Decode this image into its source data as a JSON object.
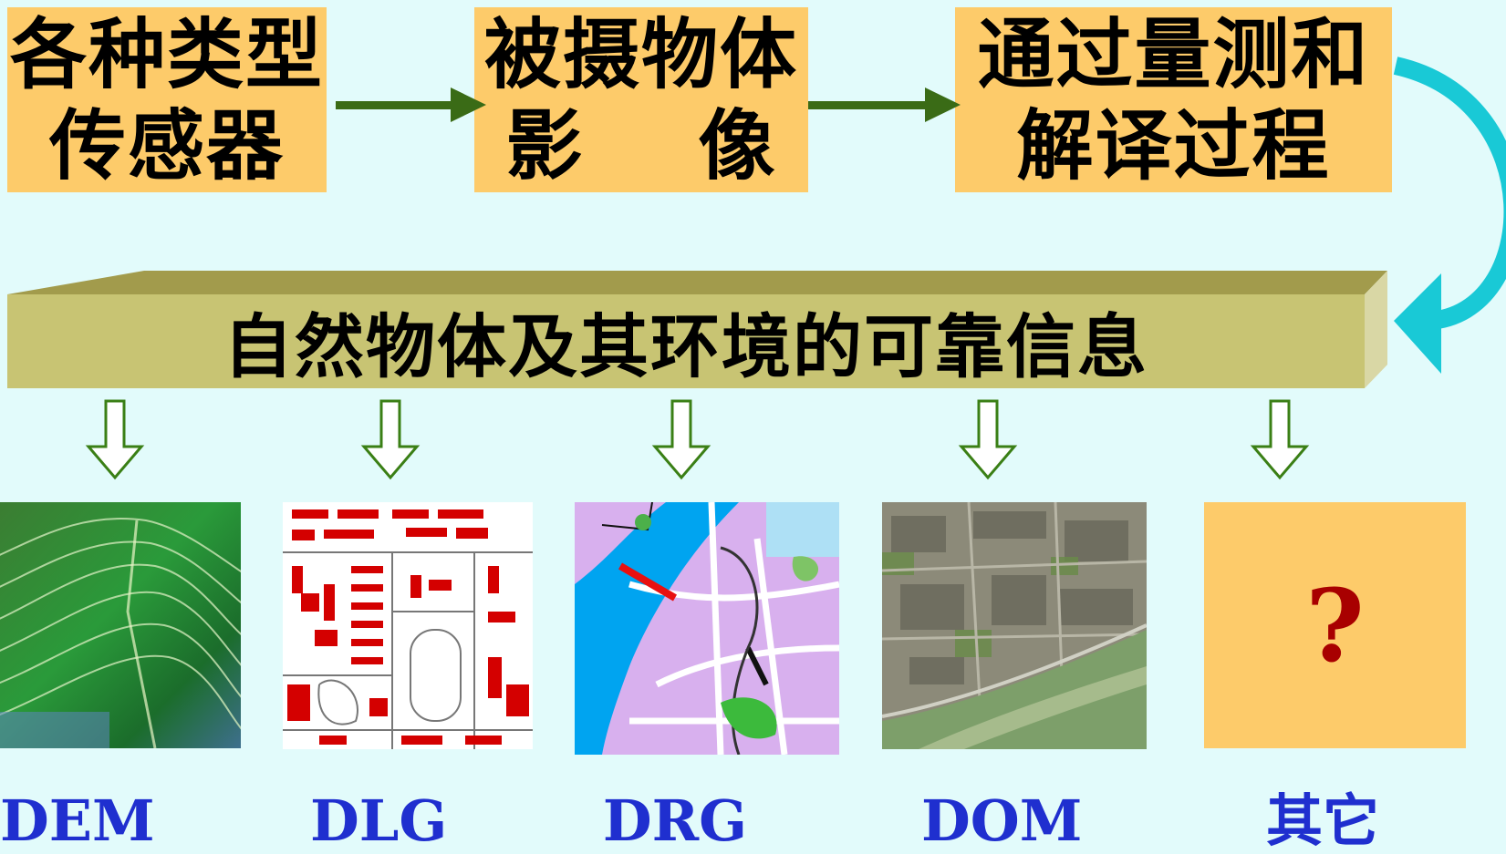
{
  "steps": [
    {
      "line1": "各种类型",
      "line2": "传感器"
    },
    {
      "line1": "被摄物体",
      "line2": "影    像"
    },
    {
      "line1": "通过量测和",
      "line2": "解译过程"
    }
  ],
  "banner": "自然物体及其环境的可靠信息",
  "products": [
    {
      "caption": "DEM"
    },
    {
      "caption": "DLG"
    },
    {
      "caption": "DRG"
    },
    {
      "caption": "DOM"
    },
    {
      "caption": "其它",
      "placeholder": "?"
    }
  ],
  "colors": {
    "background": "#e2fbfb",
    "step_box": "#fdcb6a",
    "step_arrow": "#3a6b16",
    "banner_front": "#c8c473",
    "banner_top": "#a29b4c",
    "curved_arrow": "#19c9d6",
    "caption": "#1f2fcf",
    "question_mark": "#a80000"
  }
}
